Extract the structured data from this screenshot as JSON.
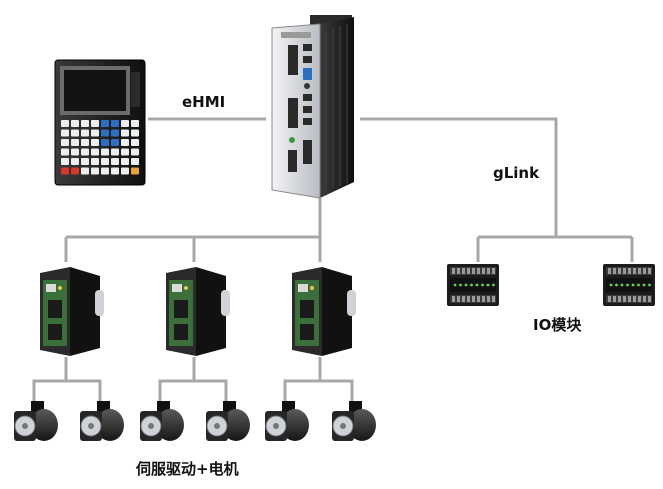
{
  "labels": {
    "ehmi": "eHMI",
    "glink": "gLink",
    "io_modules": "IO模块",
    "servo_motor": "伺服驱动+电机"
  },
  "colors": {
    "line": "#a8a8a8",
    "device_dark": "#1b1b1b",
    "pcb_green": "#3b6f3a",
    "silver": "#c9ccd1",
    "accent_red": "#d8362a",
    "accent_blue": "#2b6fc2"
  }
}
